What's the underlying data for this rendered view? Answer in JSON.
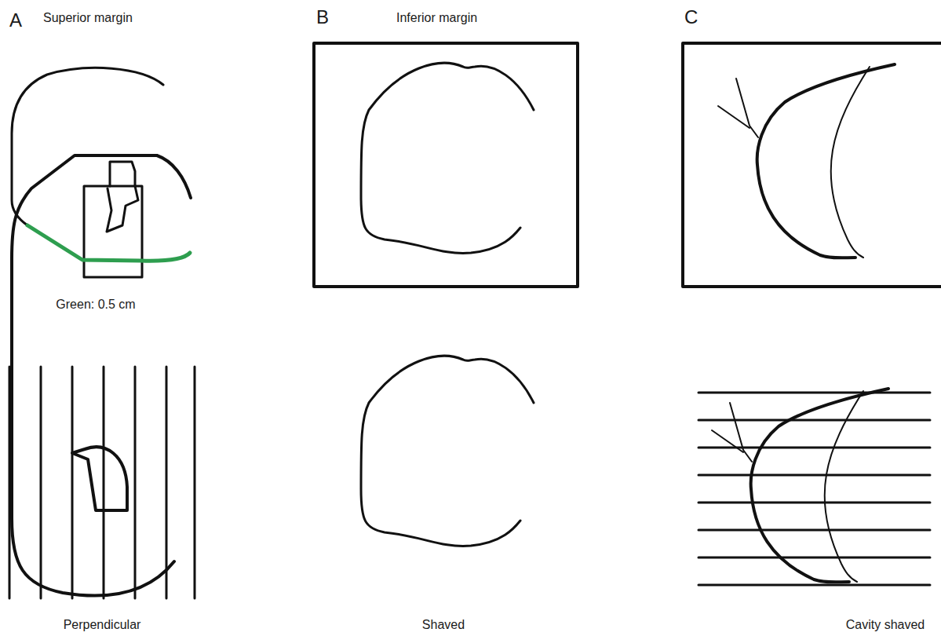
{
  "diagram": {
    "labels": [
      "A",
      "Superior margin",
      "B",
      "Inferior margin",
      "C",
      "Green: 0.5 cm",
      "Perpendicular",
      "Shaved",
      "Cavity shaved"
    ]
  }
}
